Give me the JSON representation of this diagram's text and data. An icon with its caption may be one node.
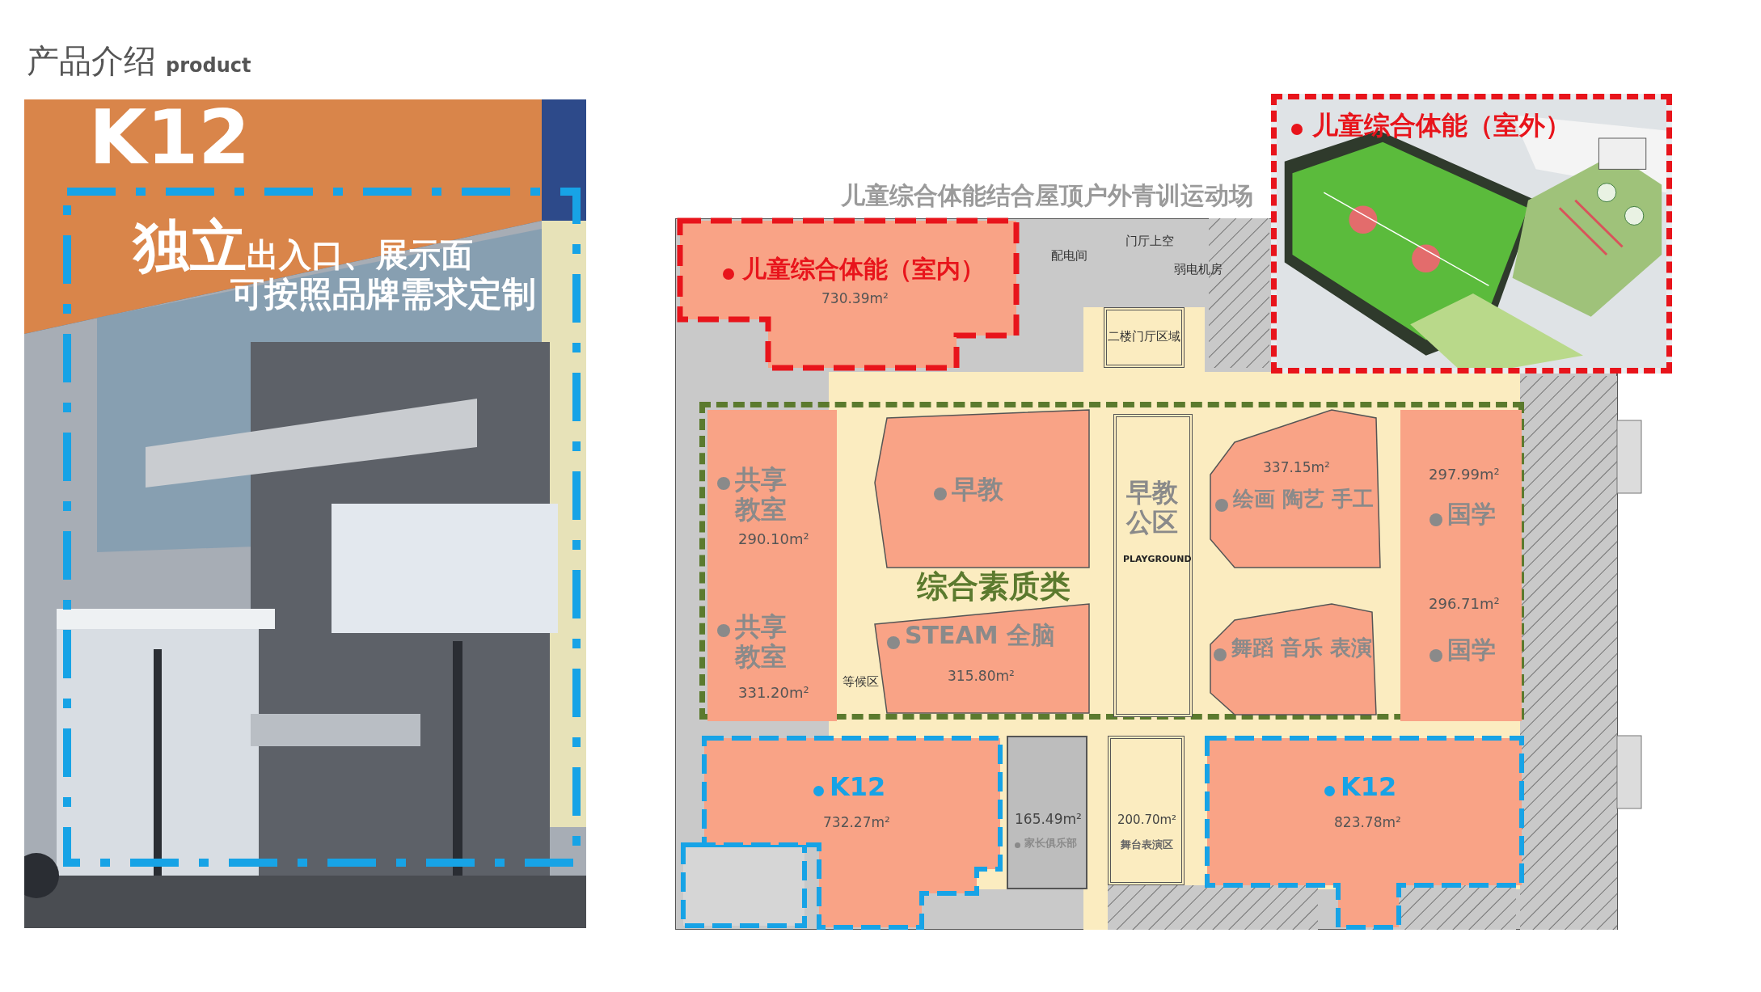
{
  "diagram": {
    "title": "产品介绍",
    "nodes": [
      {
        "text": [
          "儿童综合体能（室内）",
          "730.39m²"
        ]
      },
      {
        "text": [
          "儿童综合体能（室外）"
        ]
      },
      {
        "text": [
          "二楼门厅区域"
        ]
      },
      {
        "text": [
          "综合素质类"
        ]
      },
      {
        "text": [
          "共享教室",
          "290.10m²"
        ],
        "in": 3
      },
      {
        "text": [
          "早教"
        ],
        "in": 3
      },
      {
        "text": [
          "早教公区",
          "PLAYGROUND"
        ],
        "in": 3
      },
      {
        "text": [
          "337.15m²",
          "绘画 陶艺 手工"
        ],
        "in": 3
      },
      {
        "text": [
          "297.99m²",
          "国学"
        ],
        "in": 3
      },
      {
        "text": [
          "共享教室",
          "331.20m²"
        ],
        "in": 3
      },
      {
        "text": [
          "STEAM 全脑",
          "315.80m²"
        ],
        "in": 3
      },
      {
        "text": [
          "舞蹈 音乐 表演"
        ],
        "in": 3
      },
      {
        "text": [
          "296.71m²",
          "国学"
        ],
        "in": 3
      },
      {
        "text": [
          "K12",
          "732.27m²"
        ]
      },
      {
        "text": [
          "165.49m²",
          "家长俱乐部"
        ]
      },
      {
        "text": [
          "200.70m²",
          "舞台表演区"
        ]
      },
      {
        "text": [
          "K12",
          "823.78m²"
        ]
      }
    ],
    "edges": [],
    "labels": [
      "product",
      "K12",
      "**独立**出入口、展示面",
      "可按照品牌需求定制",
      "儿童综合体能结合屋顶户外青训运动场",
      "配电间",
      "门厅上空",
      "弱电机房",
      "等候区"
    ]
  }
}
